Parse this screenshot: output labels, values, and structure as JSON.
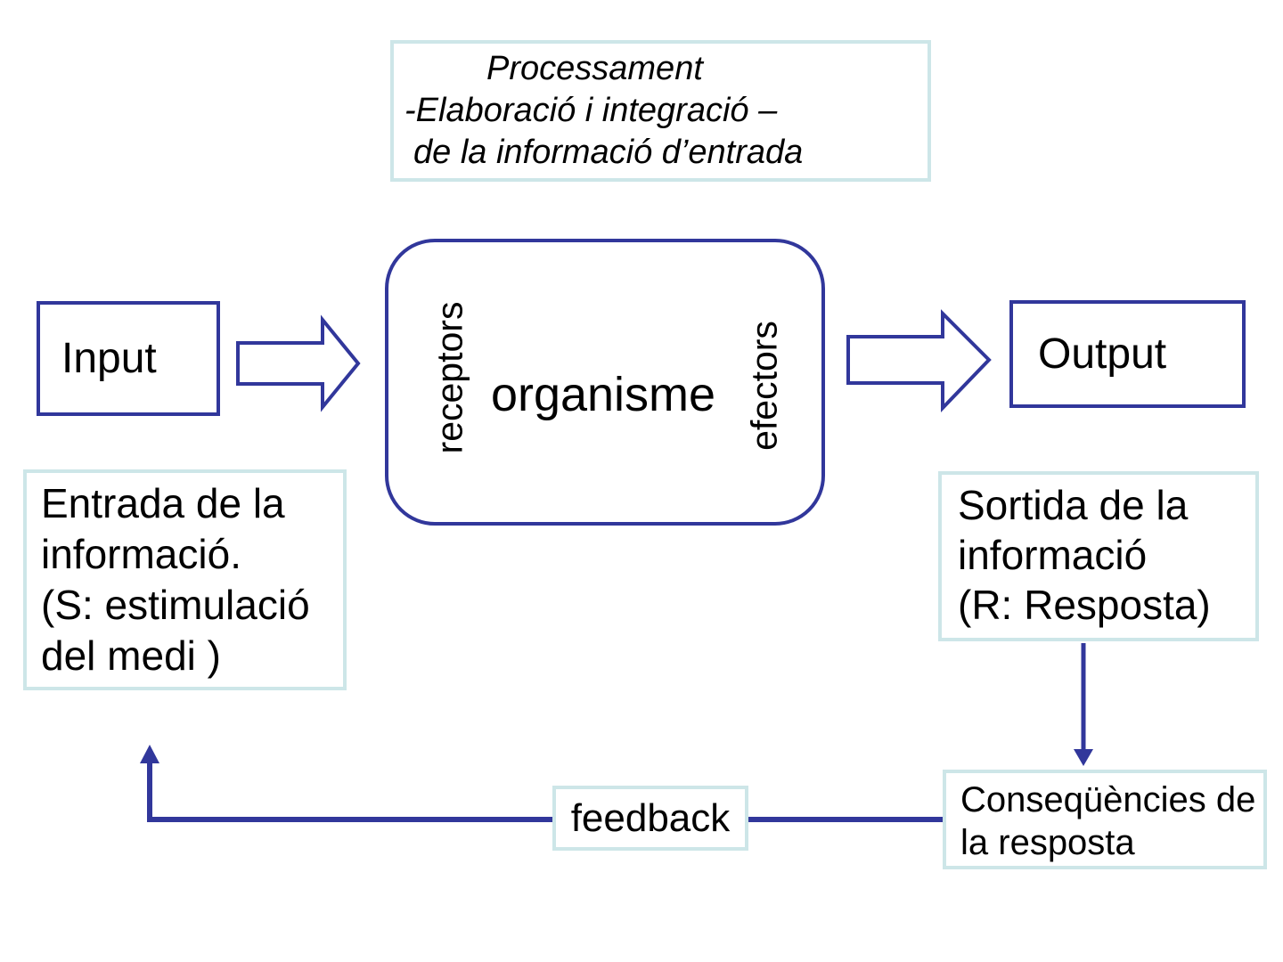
{
  "colors": {
    "dark_blue": "#31379b",
    "light_border": "#cde6e8",
    "text": "#000000",
    "background": "#ffffff"
  },
  "processing_box": {
    "lines": [
      "Processament",
      "-Elaboració i integració –",
      "de la informació d’entrada"
    ]
  },
  "organism": {
    "label": "organisme",
    "left_label": "receptors",
    "right_label": "efectors"
  },
  "input_box": {
    "label": "Input"
  },
  "output_box": {
    "label": "Output"
  },
  "input_note": {
    "lines": [
      "Entrada de la",
      "informació.",
      "(S: estimulació",
      "del medi )"
    ]
  },
  "output_note": {
    "lines": [
      "Sortida de la",
      "informació",
      "(R: Resposta)"
    ]
  },
  "consequences_box": {
    "lines": [
      "Conseqüències de",
      "la resposta"
    ]
  },
  "feedback_box": {
    "label": "feedback"
  }
}
